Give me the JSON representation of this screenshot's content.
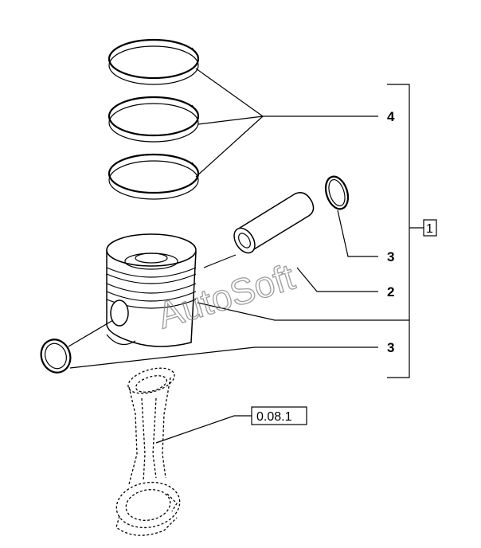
{
  "callouts": {
    "piston_rings": "4",
    "snap_ring_upper": "3",
    "piston_pin": "2",
    "snap_ring_lower": "3",
    "assembly": "1"
  },
  "reference": {
    "connecting_rod": "0.08.1"
  },
  "watermark": "AutoSoft",
  "colors": {
    "line": "#000000",
    "watermark": "#7a7a7a",
    "background": "#ffffff"
  }
}
